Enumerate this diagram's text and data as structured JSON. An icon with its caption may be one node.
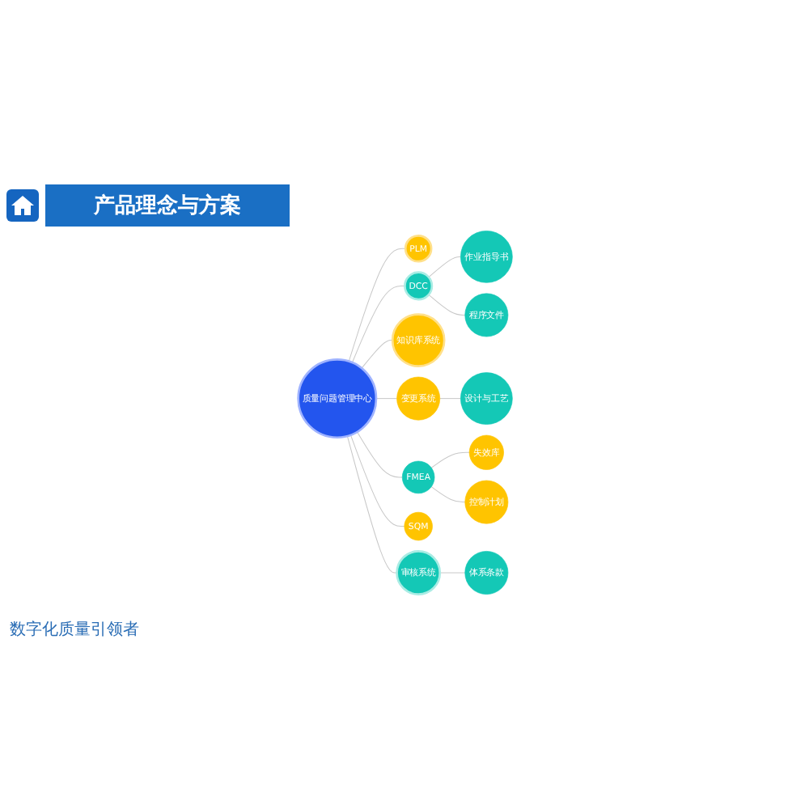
{
  "diagram": {
    "title": "产品理念与方案",
    "nodes": [
      {
        "text": [
          "质量问题管理中心"
        ]
      },
      {
        "text": [
          "PLM"
        ]
      },
      {
        "text": [
          "DCC"
        ]
      },
      {
        "text": [
          "作业指导书"
        ]
      },
      {
        "text": [
          "程序文件"
        ]
      },
      {
        "text": [
          "知识库系统"
        ]
      },
      {
        "text": [
          "设计与工艺"
        ]
      },
      {
        "text": [
          "变更系统"
        ]
      },
      {
        "text": [
          "FMEA"
        ]
      },
      {
        "text": [
          "失效库"
        ]
      },
      {
        "text": [
          "控制计划"
        ]
      },
      {
        "text": [
          "SQM"
        ]
      },
      {
        "text": [
          "审核系统"
        ]
      },
      {
        "text": [
          "体系条款"
        ]
      }
    ],
    "edges": [
      {
        "from": 0,
        "to": 1,
        "arrow": "none"
      },
      {
        "from": 0,
        "to": 2,
        "arrow": "none"
      },
      {
        "from": 2,
        "to": 3,
        "arrow": "none"
      },
      {
        "from": 2,
        "to": 4,
        "arrow": "none"
      },
      {
        "from": 0,
        "to": 5,
        "arrow": "none"
      },
      {
        "from": 0,
        "to": 7,
        "arrow": "none"
      },
      {
        "from": 7,
        "to": 6,
        "arrow": "none"
      },
      {
        "from": 0,
        "to": 8,
        "arrow": "none"
      },
      {
        "from": 8,
        "to": 9,
        "arrow": "none"
      },
      {
        "from": 8,
        "to": 10,
        "arrow": "none"
      },
      {
        "from": 0,
        "to": 11,
        "arrow": "none"
      },
      {
        "from": 0,
        "to": 12,
        "arrow": "none"
      },
      {
        "from": 12,
        "to": 13,
        "arrow": "none"
      }
    ],
    "labels": [
      "数字化质量引领者"
    ]
  }
}
